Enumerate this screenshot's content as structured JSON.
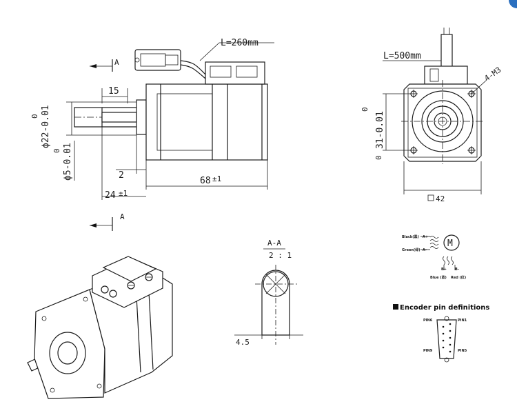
{
  "dims": {
    "cable_encoder": "L=260mm",
    "cable_motor": "L=500mm",
    "shaft_len": "15",
    "flange_dia": "ϕ22-0.01",
    "shaft_dia": "ϕ5-0.01",
    "tol_zero": "0",
    "step": "2",
    "body_len": "68",
    "body_tol": "±1",
    "front_len": "24",
    "front_tol": "±1",
    "hole_spacing": "31-0.01",
    "holes": "4-M3",
    "square": "42",
    "flat": "4.5"
  },
  "section": {
    "view_mark": "A",
    "title": "A-A",
    "scale": "2 : 1"
  },
  "wiring": {
    "motor_symbol": "M",
    "black": "Black(黑)",
    "green": "Green(绿)",
    "a_plus": "A+",
    "a_minus": "A-",
    "b_plus": "B+",
    "b_minus": "B-",
    "blue": "Blue (蓝)",
    "red": "Red (红)"
  },
  "encoder": {
    "title": "Encoder pin definitions",
    "pin_a": "PIN6",
    "pin_b": "PIN1",
    "pin_c": "PIN9",
    "pin_d": "PIN5"
  }
}
